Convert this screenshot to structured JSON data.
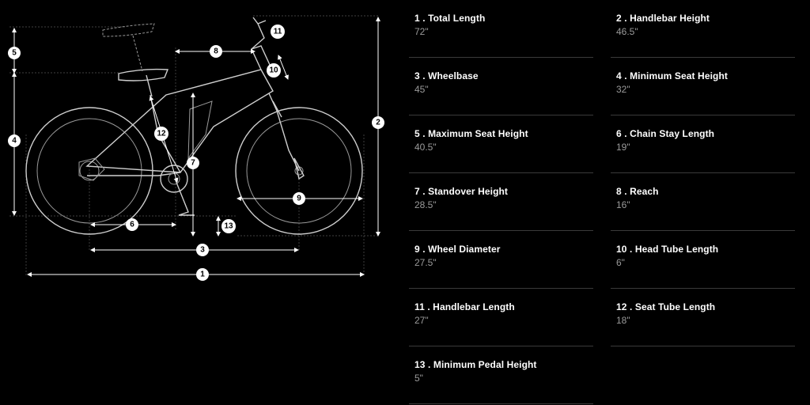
{
  "specs": [
    {
      "label": "1 . Total Length",
      "value": "72\""
    },
    {
      "label": "2 . Handlebar Height",
      "value": "46.5\""
    },
    {
      "label": "3 . Wheelbase",
      "value": "45\""
    },
    {
      "label": "4 . Minimum Seat Height",
      "value": "32\""
    },
    {
      "label": "5 . Maximum Seat Height",
      "value": "40.5\""
    },
    {
      "label": "6 . Chain Stay Length",
      "value": "19\""
    },
    {
      "label": "7 . Standover Height",
      "value": "28.5\""
    },
    {
      "label": "8 . Reach",
      "value": "16\""
    },
    {
      "label": "9 . Wheel Diameter",
      "value": "27.5\""
    },
    {
      "label": "10 . Head Tube Length",
      "value": "6\""
    },
    {
      "label": "11 . Handlebar Length",
      "value": "27\""
    },
    {
      "label": "12 . Seat Tube Length",
      "value": "18\""
    },
    {
      "label": "13 . Minimum Pedal Height",
      "value": "5\""
    }
  ],
  "callouts": [
    "1",
    "2",
    "3",
    "4",
    "5",
    "6",
    "7",
    "8",
    "9",
    "10",
    "11",
    "12",
    "13"
  ]
}
